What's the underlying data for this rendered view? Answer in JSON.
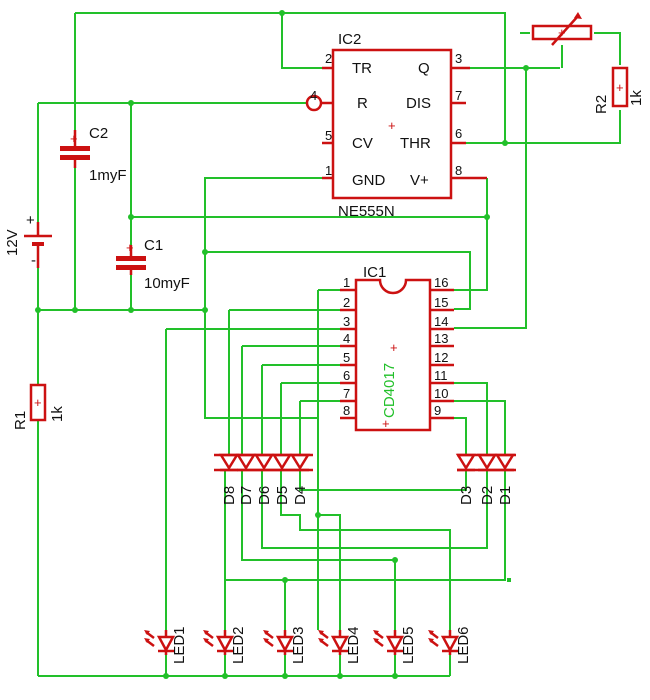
{
  "ic2": {
    "name": "IC2",
    "part": "NE555N",
    "pins": {
      "p2": {
        "num": "2",
        "label": "TR"
      },
      "p3": {
        "num": "3",
        "label": "Q"
      },
      "p4": {
        "num": "4",
        "label": "R"
      },
      "p7": {
        "num": "7",
        "label": "DIS"
      },
      "p5": {
        "num": "5",
        "label": "CV"
      },
      "p6": {
        "num": "6",
        "label": "THR"
      },
      "p1": {
        "num": "1",
        "label": "GND"
      },
      "p8": {
        "num": "8",
        "label": "V+"
      }
    }
  },
  "ic1": {
    "name": "IC1",
    "part": "CD4017",
    "left_pins": [
      "1",
      "2",
      "3",
      "4",
      "5",
      "6",
      "7",
      "8"
    ],
    "right_pins": [
      "16",
      "15",
      "14",
      "13",
      "12",
      "11",
      "10",
      "9"
    ]
  },
  "components": {
    "c2": {
      "name": "C2",
      "value": "1myF"
    },
    "c1": {
      "name": "C1",
      "value": "10myF"
    },
    "battery": {
      "voltage": "12V",
      "plus": "+",
      "minus": "-"
    },
    "r1": {
      "name": "R1",
      "value": "1k"
    },
    "r2": {
      "name": "R2",
      "value": "1k"
    }
  },
  "diodes_left": [
    "D8",
    "D7",
    "D6",
    "D5",
    "D4"
  ],
  "diodes_right": [
    "D3",
    "D2",
    "D1"
  ],
  "leds": [
    "LED1",
    "LED2",
    "LED3",
    "LED4",
    "LED5",
    "LED6"
  ],
  "colors": {
    "wire": "#22c02a",
    "component": "#cc1111",
    "text": "#111111"
  }
}
